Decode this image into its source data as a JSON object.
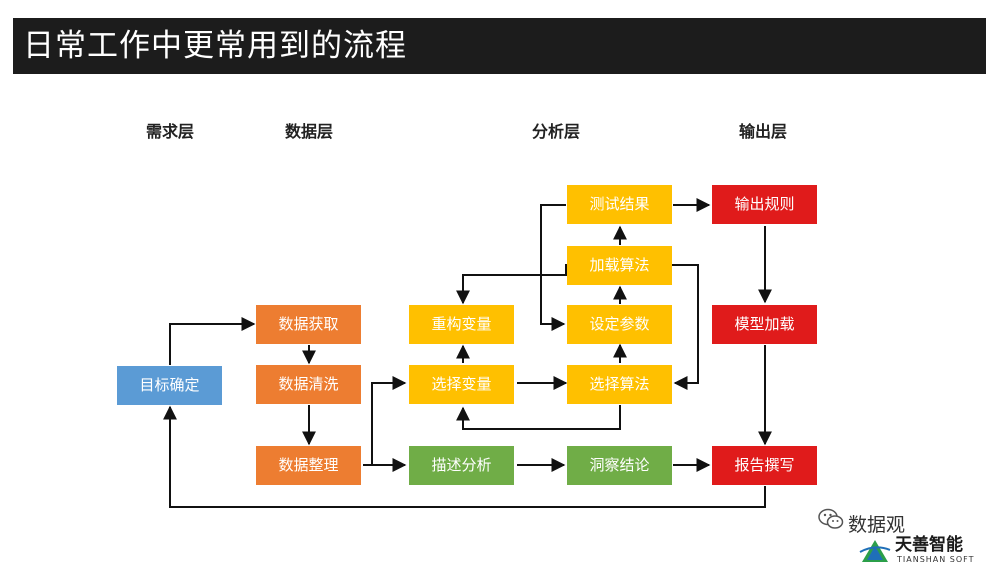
{
  "title": "日常工作中更常用到的流程",
  "layers": {
    "demand": "需求层",
    "data": "数据层",
    "analysis": "分析层",
    "output": "输出层"
  },
  "nodes": {
    "goal": "目标确定",
    "data_acquire": "数据获取",
    "data_clean": "数据清洗",
    "data_organize": "数据整理",
    "rebuild_var": "重构变量",
    "select_var": "选择变量",
    "describe": "描述分析",
    "test_result": "测试结果",
    "load_algo": "加载算法",
    "set_params": "设定参数",
    "select_algo": "选择算法",
    "insight": "洞察结论",
    "output_rule": "输出规则",
    "model_load": "模型加载",
    "report": "报告撰写"
  },
  "watermark": "数据观",
  "brand": {
    "cn": "天善智能",
    "en": "TIANSHAN SOFT"
  },
  "colors": {
    "blue": "#5b9bd5",
    "orange": "#ed7d31",
    "yellow": "#ffc000",
    "green": "#70ad47",
    "red": "#e01b1b"
  }
}
